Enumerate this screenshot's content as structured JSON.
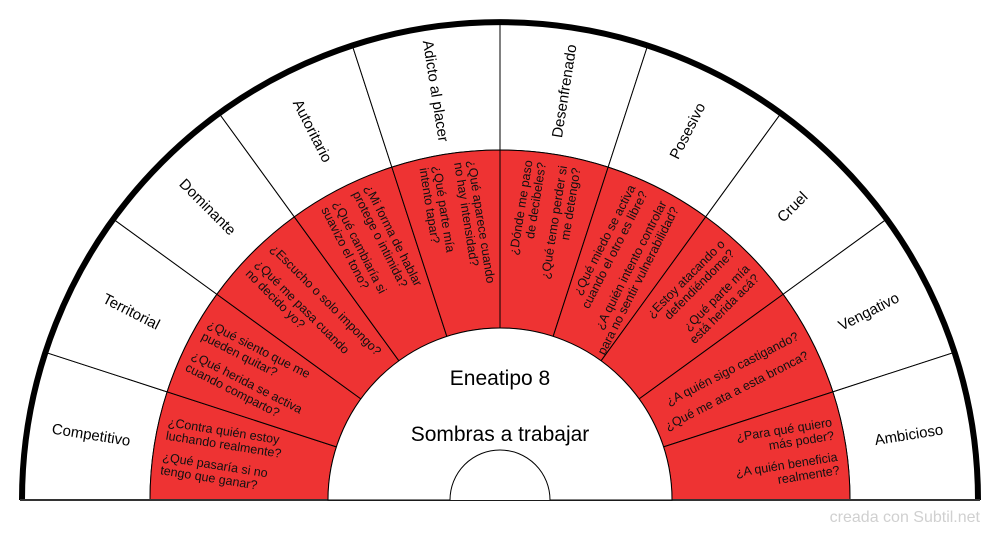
{
  "center_title": "Eneatipo 8",
  "center_subtitle": "Sombras a trabajar",
  "footer": "creada con Subtil.net",
  "colors": {
    "ring": "#ee3333",
    "outline": "#000000",
    "footer": "#d0d0d0"
  },
  "sectors": [
    {
      "label": "Competitivo",
      "questions": [
        [
          "¿Contra quién estoy",
          "luchando realmente?"
        ],
        [
          "¿Qué pasaría si no",
          "tengo que ganar?"
        ]
      ]
    },
    {
      "label": "Territorial",
      "questions": [
        [
          "¿Qué siento que me",
          "pueden quitar?"
        ],
        [
          "¿Qué herida se activa",
          "cuando comparto?"
        ]
      ]
    },
    {
      "label": "Dominante",
      "questions": [
        [
          "¿Escucho o solo impongo?"
        ],
        [
          "¿Qué me pasa cuando",
          "no decido yo?"
        ]
      ]
    },
    {
      "label": "Autoritario",
      "questions": [
        [
          "¿Mi forma de hablar",
          "protege o intimida?"
        ],
        [
          "¿Qué cambiaría si",
          "suavizo el tono?"
        ]
      ]
    },
    {
      "label": "Adicto al placer",
      "questions": [
        [
          "¿Qué aparece cuando",
          "no hay intensidad?"
        ],
        [
          "¿Qué parte mía",
          "intento tapar?"
        ]
      ]
    },
    {
      "label": "Desenfrenado",
      "questions": [
        [
          "¿Dónde me paso",
          "de decibeles?"
        ],
        [
          "¿Qué temo perder si",
          "me detengo?"
        ]
      ]
    },
    {
      "label": "Posesivo",
      "questions": [
        [
          "¿Qué miedo se activa",
          "cuando el otro es libre?"
        ],
        [
          "¿A quién intento controlar",
          "para no sentir vulnerabilidad?"
        ]
      ]
    },
    {
      "label": "Cruel",
      "questions": [
        [
          "¿Estoy atacando o",
          "defendiéndome?"
        ],
        [
          "¿Qué parte mía",
          "está herida acá?"
        ]
      ]
    },
    {
      "label": "Vengativo",
      "questions": [
        [
          "¿A quién sigo castigando?"
        ],
        [
          "¿Qué me ata a esta bronca?"
        ]
      ]
    },
    {
      "label": "Ambicioso",
      "questions": [
        [
          "¿Para qué quiero",
          "más poder?"
        ],
        [
          "¿A quién beneficia",
          "realmente?"
        ]
      ]
    }
  ]
}
